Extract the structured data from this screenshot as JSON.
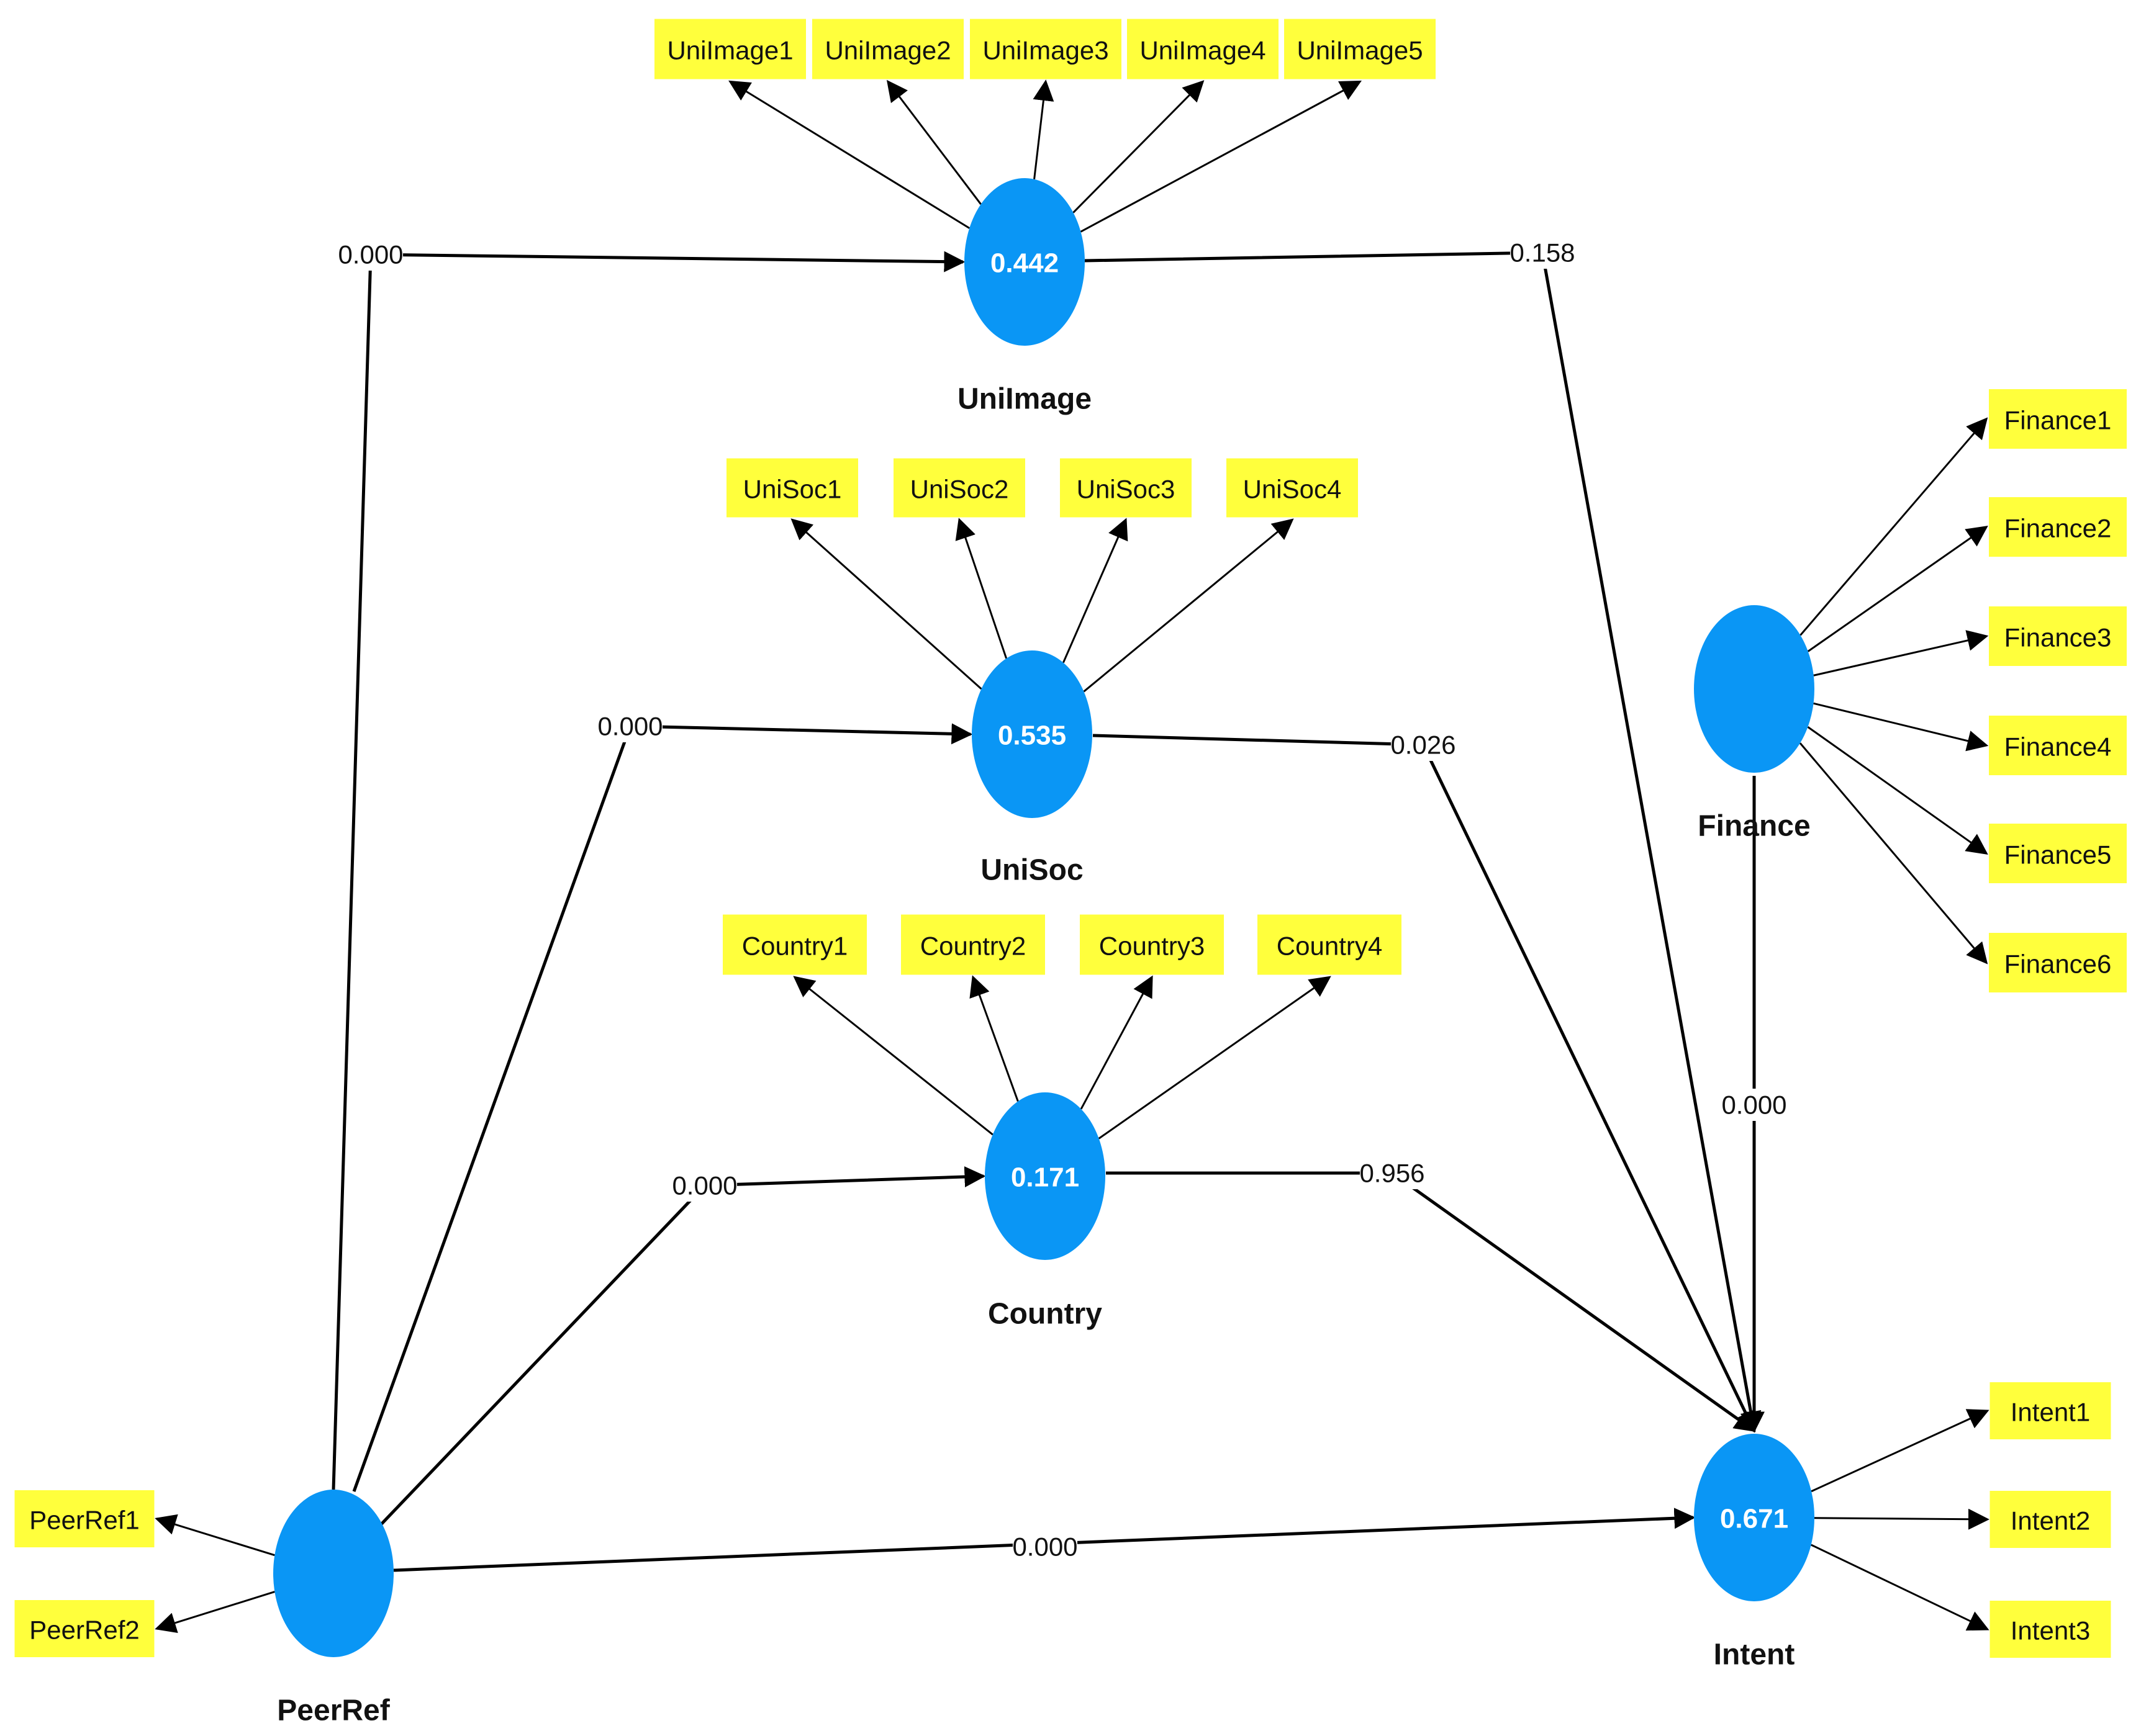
{
  "colors": {
    "node_fill": "#0a96f5",
    "indicator_fill": "#ffff3c",
    "line": "#000000"
  },
  "constructs": [
    {
      "id": "UniImage",
      "label": "UniImage",
      "value": "0.442"
    },
    {
      "id": "UniSoc",
      "label": "UniSoc",
      "value": "0.535"
    },
    {
      "id": "Country",
      "label": "Country",
      "value": "0.171"
    },
    {
      "id": "Finance",
      "label": "Finance",
      "value": ""
    },
    {
      "id": "PeerRef",
      "label": "PeerRef",
      "value": ""
    },
    {
      "id": "Intent",
      "label": "Intent",
      "value": "0.671"
    }
  ],
  "indicators": {
    "UniImage": [
      "UniImage1",
      "UniImage2",
      "UniImage3",
      "UniImage4",
      "UniImage5"
    ],
    "UniSoc": [
      "UniSoc1",
      "UniSoc2",
      "UniSoc3",
      "UniSoc4"
    ],
    "Country": [
      "Country1",
      "Country2",
      "Country3",
      "Country4"
    ],
    "Finance": [
      "Finance1",
      "Finance2",
      "Finance3",
      "Finance4",
      "Finance5",
      "Finance6"
    ],
    "PeerRef": [
      "PeerRef1",
      "PeerRef2"
    ],
    "Intent": [
      "Intent1",
      "Intent2",
      "Intent3"
    ]
  },
  "paths": [
    {
      "from": "PeerRef",
      "to": "UniImage",
      "value": "0.000"
    },
    {
      "from": "PeerRef",
      "to": "UniSoc",
      "value": "0.000"
    },
    {
      "from": "PeerRef",
      "to": "Country",
      "value": "0.000"
    },
    {
      "from": "PeerRef",
      "to": "Intent",
      "value": "0.000"
    },
    {
      "from": "UniImage",
      "to": "Intent",
      "value": "0.158"
    },
    {
      "from": "UniSoc",
      "to": "Intent",
      "value": "0.026"
    },
    {
      "from": "Country",
      "to": "Intent",
      "value": "0.956"
    },
    {
      "from": "Finance",
      "to": "Intent",
      "value": "0.000"
    }
  ]
}
